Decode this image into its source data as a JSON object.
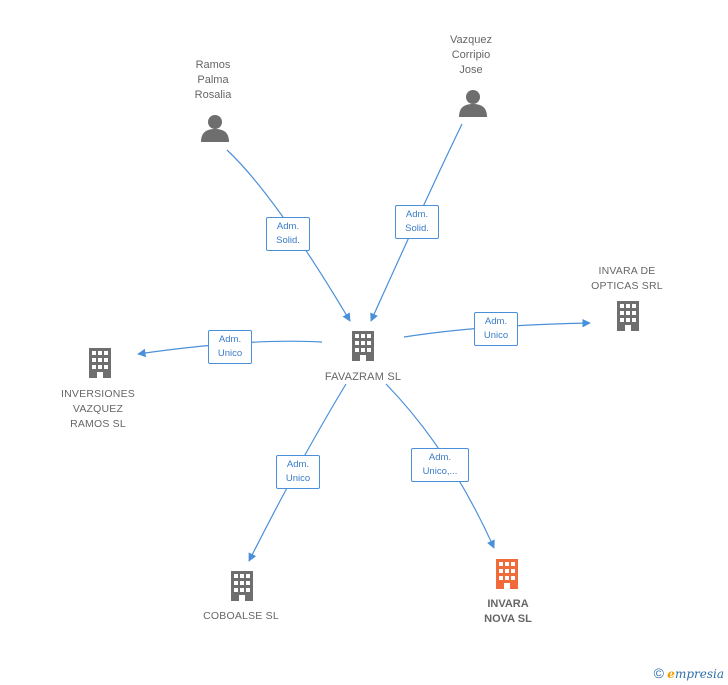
{
  "colors": {
    "edge": "#4a90d9",
    "node_gray": "#6e6e6e",
    "node_highlight": "#f06a3a",
    "label": "#666666"
  },
  "nodes": {
    "person_ramos": {
      "label": "Ramos\nPalma\nRosalia",
      "icon": "person-icon"
    },
    "person_vazquez": {
      "label": "Vazquez\nCorripio\nJose",
      "icon": "person-icon"
    },
    "center": {
      "label": "FAVAZRAM  SL",
      "icon": "building-icon"
    },
    "invara_opticas": {
      "label": "INVARA DE\nOPTICAS SRL",
      "icon": "building-icon"
    },
    "inversiones": {
      "label": "INVERSIONES\nVAZQUEZ\nRAMOS SL",
      "icon": "building-icon"
    },
    "coboalse": {
      "label": "COBOALSE SL",
      "icon": "building-icon"
    },
    "invara_nova": {
      "label": "INVARA\nNOVA  SL",
      "icon": "building-icon"
    }
  },
  "relations": {
    "ramos_to_center": "Adm.\nSolid.",
    "vazquez_to_center": "Adm.\nSolid.",
    "center_to_opticas": "Adm.\nUnico",
    "center_to_inversiones": "Adm.\nUnico",
    "center_to_coboalse": "Adm.\nUnico",
    "center_to_nova": "Adm.\nUnico,..."
  },
  "brand": {
    "copyright": "©",
    "e": "e",
    "rest": "mpresia"
  }
}
